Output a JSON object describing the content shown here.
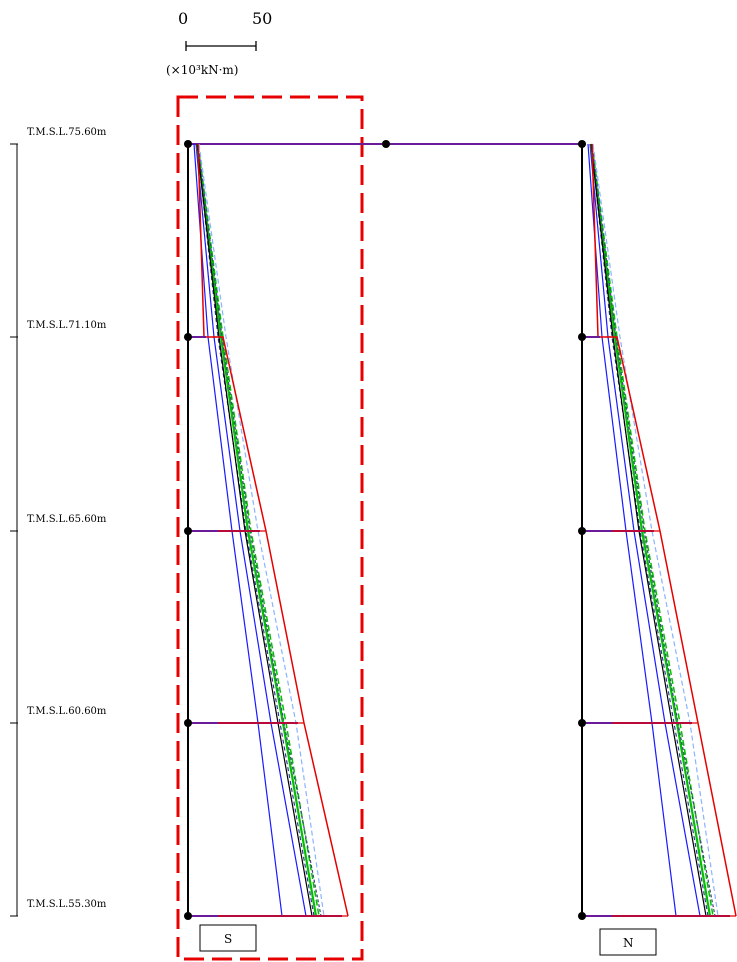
{
  "scale_bar": {
    "min_label": "0",
    "max_label": "50",
    "unit_label": "(×10³kN·m)"
  },
  "levels": [
    {
      "label": "T.M.S.L.75.60m",
      "value": 75.6
    },
    {
      "label": "T.M.S.L.71.10m",
      "value": 71.1
    },
    {
      "label": "T.M.S.L.65.60m",
      "value": 65.6
    },
    {
      "label": "T.M.S.L.60.60m",
      "value": 60.6
    },
    {
      "label": "T.M.S.L.55.30m",
      "value": 55.3
    }
  ],
  "walls": [
    {
      "label": "S",
      "highlighted": true
    },
    {
      "label": "N",
      "highlighted": false
    }
  ],
  "colors": {
    "frame": "#000000",
    "beam": "#6a1b9a",
    "highlight_box": "#e60000",
    "envelope": "#e60000",
    "series": [
      "#1a1aff",
      "#2b3a8c",
      "#00c000",
      "#8ab4ff",
      "#000000",
      "#444488"
    ]
  }
}
